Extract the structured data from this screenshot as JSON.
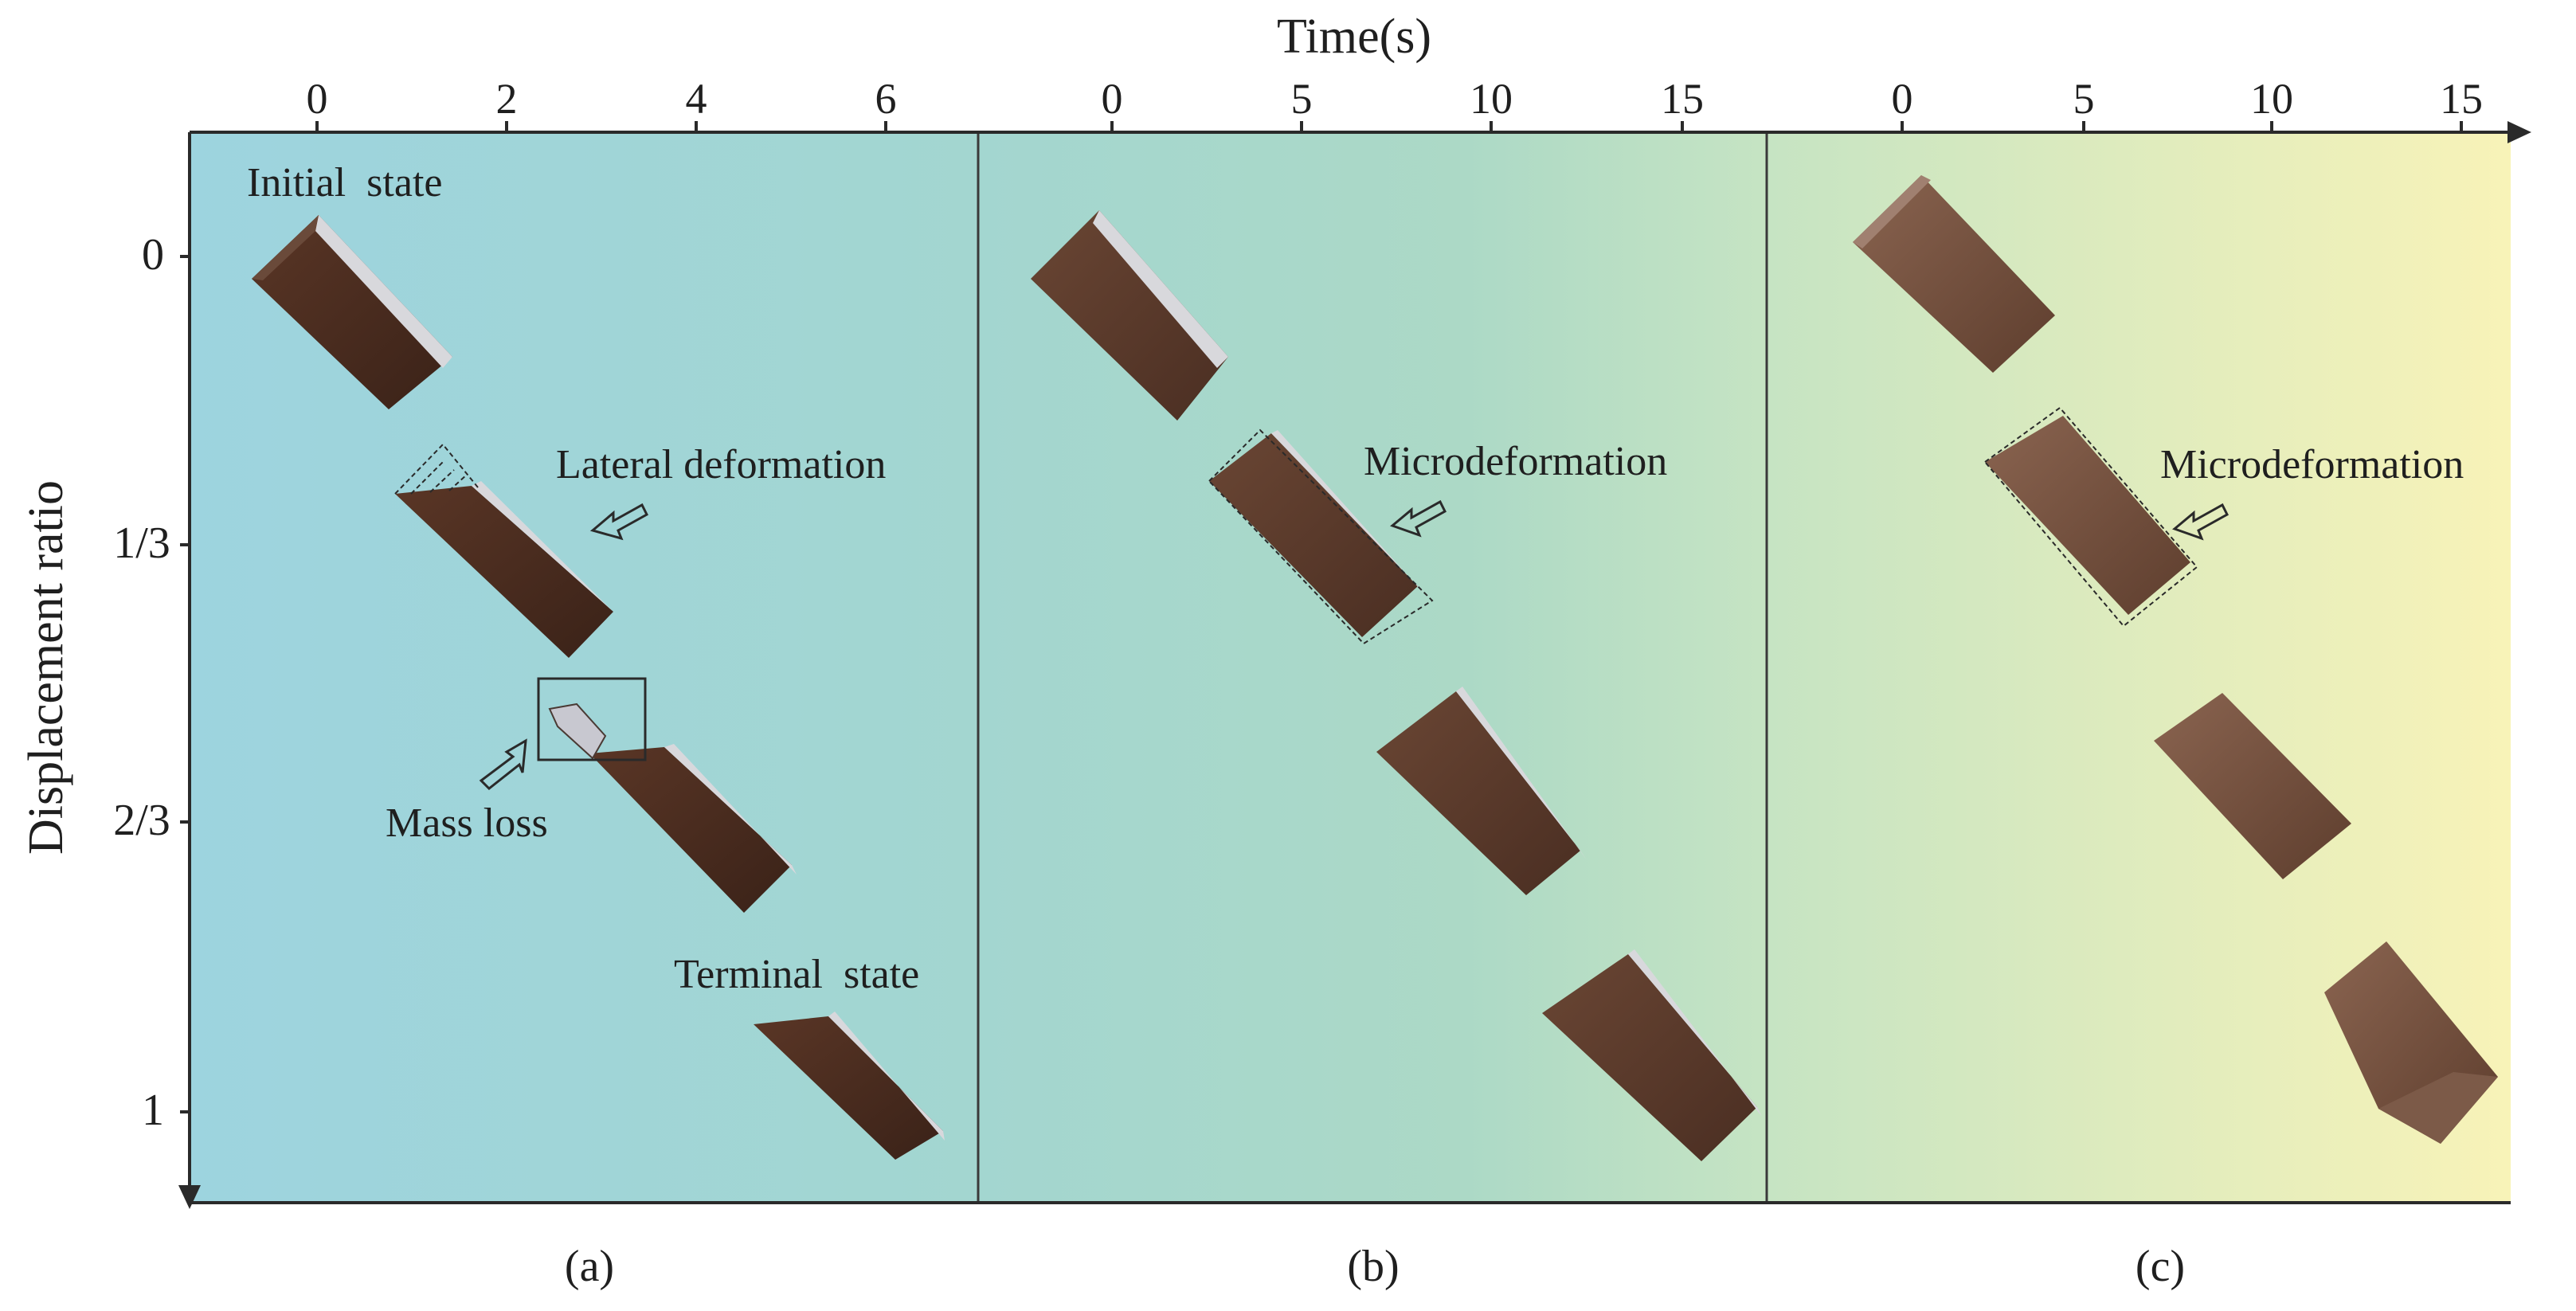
{
  "axes": {
    "x_title": "Time(s)",
    "y_title": "Displacement ratio",
    "y_ticks": [
      "0",
      "1/3",
      "2/3",
      "1"
    ]
  },
  "panels": [
    {
      "id": "a",
      "label": "(a)",
      "time_ticks": [
        "0",
        "2",
        "4",
        "6"
      ],
      "annotations": {
        "initial": "Initial  state",
        "deformation": "Lateral deformation",
        "mass_loss": "Mass loss",
        "terminal": "Terminal  state"
      }
    },
    {
      "id": "b",
      "label": "(b)",
      "time_ticks": [
        "0",
        "5",
        "10",
        "15"
      ],
      "annotations": {
        "deformation": "Microdeformation"
      }
    },
    {
      "id": "c",
      "label": "(c)",
      "time_ticks": [
        "0",
        "5",
        "10",
        "15"
      ],
      "annotations": {
        "deformation": "Microdeformation"
      }
    }
  ],
  "colors": {
    "background_left": "#9dd4df",
    "background_mid": "#a8d9c8",
    "background_right": "#f8f3b8",
    "specimen_a": "#4a2c20",
    "specimen_b": "#5a3a2a",
    "specimen_c": "#6b4a38",
    "rim": "#d8d8dc",
    "axis": "#2a2a2a"
  }
}
